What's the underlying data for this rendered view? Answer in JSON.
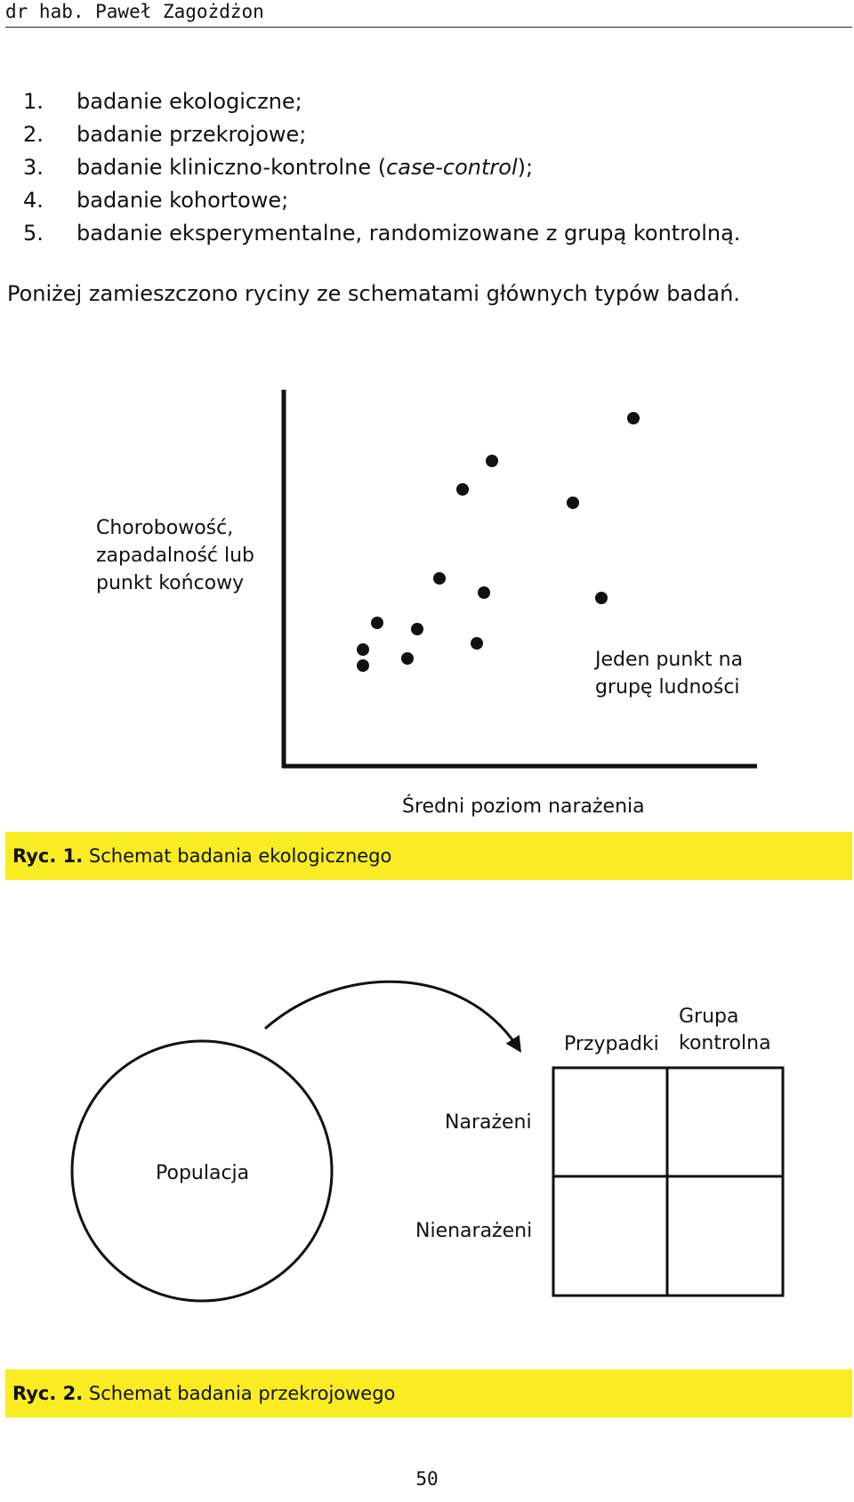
{
  "header": {
    "author": "dr hab. Paweł Zagożdżon"
  },
  "study_types": [
    {
      "num": "1.",
      "text": "badanie ekologiczne;"
    },
    {
      "num": "2.",
      "text": "badanie przekrojowe;"
    },
    {
      "num": "3.",
      "text_before": "badanie kliniczno-kontrolne (",
      "text_italic": "case-control",
      "text_after": ");"
    },
    {
      "num": "4.",
      "text": "badanie kohortowe;"
    },
    {
      "num": "5.",
      "text": "badanie eksperymentalne, randomizowane z grupą kontrolną."
    }
  ],
  "intro": "Poniżej zamieszczono ryciny ze schematami głównych typów badań.",
  "figure1": {
    "ylabel_lines": [
      "Chorobowość,",
      "zapadalność lub",
      "punkt końcowy"
    ],
    "xlabel": "Średni poziom narażenia",
    "annotation_lines": [
      "Jeden punkt na",
      "grupę ludności"
    ],
    "caption_prefix": "Ryc. 1.",
    "caption_text": " Schemat badania ekologicznego"
  },
  "figure2": {
    "population_label": "Populacja",
    "col_cases": "Przypadki",
    "col_control_lines": [
      "Grupa",
      "kontrolna"
    ],
    "row_exposed": "Narażeni",
    "row_unexposed": "Nienarażeni",
    "caption_prefix": "Ryc. 2.",
    "caption_text": " Schemat badania przekrojowego"
  },
  "page_number": "50"
}
